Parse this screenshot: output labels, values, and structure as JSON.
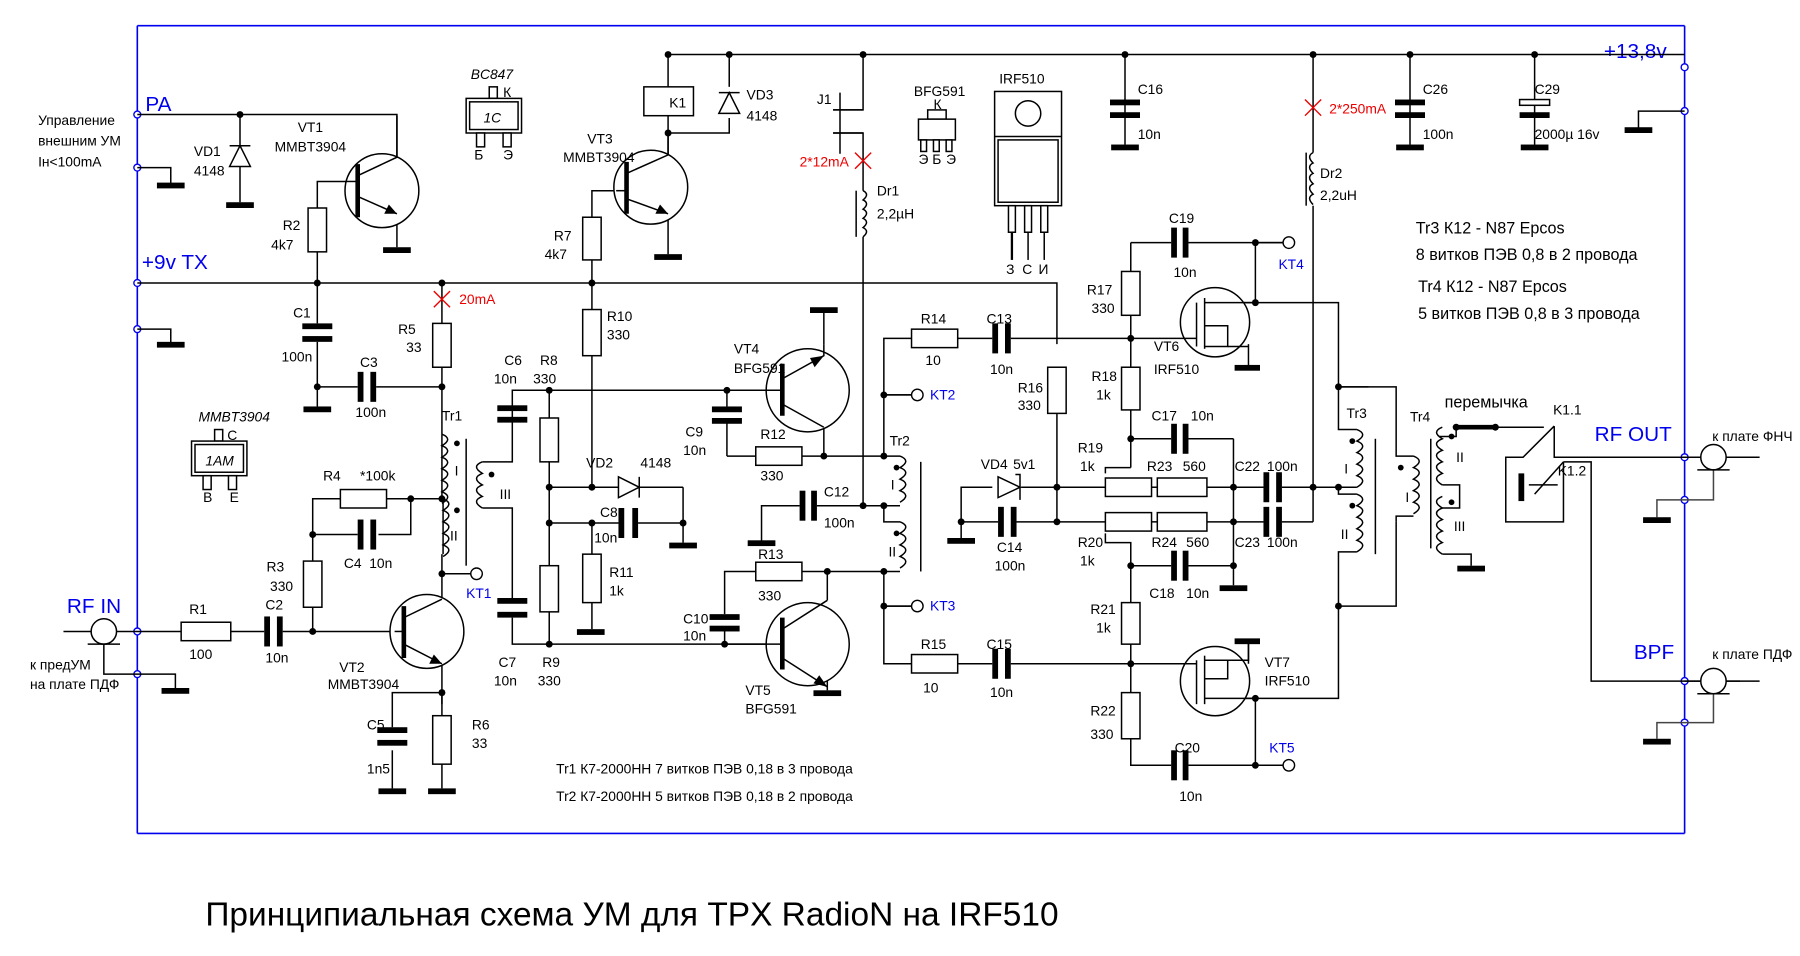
{
  "title": "Принципиальная схема УМ для TPX RadioN на IRF510",
  "ports": {
    "pa": "PA",
    "tx9v": "+9v TX",
    "v138": "+13,8v",
    "rf_in": "RF IN",
    "rf_out": "RF OUT",
    "bpf": "BPF"
  },
  "external_notes": {
    "control": [
      "Управление",
      "внешним УМ",
      "Iн<100mA"
    ],
    "rf_in_note": [
      "к предУМ",
      "на плате  ПДФ"
    ],
    "rf_out_note": "к  плате ФНЧ",
    "bpf_note": "к плате  ПДФ"
  },
  "currents": {
    "r5": "20mA",
    "dr1": "2*12mA",
    "dr2": "2*250mA"
  },
  "test_points": [
    "KT1",
    "KT2",
    "KT3",
    "KT4",
    "KT5"
  ],
  "packages": {
    "bc847": {
      "name": "BC847",
      "marking": "1C",
      "pins": [
        "К",
        "Б",
        "Э"
      ]
    },
    "mmbt3904": {
      "name": "MMBT3904",
      "marking": "1AM",
      "pins": [
        "C",
        "B",
        "E"
      ]
    },
    "bfg591": {
      "name": "BFG591",
      "pins": [
        "К",
        "Э",
        "Б",
        "Э"
      ]
    },
    "irf510": {
      "name": "IRF510",
      "pins": [
        "З",
        "С",
        "И"
      ]
    }
  },
  "components": {
    "VD1": {
      "ref": "VD1",
      "value": "4148"
    },
    "VT1": {
      "ref": "VT1",
      "value": "MMBT3904"
    },
    "R2": {
      "ref": "R2",
      "value": "4k7"
    },
    "C1": {
      "ref": "C1",
      "value": "100n"
    },
    "C3": {
      "ref": "C3",
      "value": "100n"
    },
    "R5": {
      "ref": "R5",
      "value": "33"
    },
    "R4": {
      "ref": "R4",
      "value": "*100k"
    },
    "C4": {
      "ref": "C4",
      "value": "10n"
    },
    "R3": {
      "ref": "R3",
      "value": "330"
    },
    "R1": {
      "ref": "R1",
      "value": "100"
    },
    "C2": {
      "ref": "C2",
      "value": "10n"
    },
    "VT2": {
      "ref": "VT2",
      "value": "MMBT3904"
    },
    "C5": {
      "ref": "C5",
      "value": "1n5"
    },
    "R6": {
      "ref": "R6",
      "value": "33"
    },
    "Tr1": {
      "ref": "Tr1"
    },
    "K1": {
      "ref": "K1"
    },
    "VD3": {
      "ref": "VD3",
      "value": "4148"
    },
    "VT3": {
      "ref": "VT3",
      "value": "MMBT3904"
    },
    "R7": {
      "ref": "R7",
      "value": "4k7"
    },
    "J1": {
      "ref": "J1"
    },
    "Dr1": {
      "ref": "Dr1",
      "value": "2,2µH"
    },
    "R10": {
      "ref": "R10",
      "value": "330"
    },
    "C6": {
      "ref": "C6",
      "value": "10n"
    },
    "R8": {
      "ref": "R8",
      "value": "330"
    },
    "VD2": {
      "ref": "VD2",
      "value": "4148"
    },
    "C8": {
      "ref": "C8",
      "value": "10n"
    },
    "R11": {
      "ref": "R11",
      "value": "1k"
    },
    "C7": {
      "ref": "C7",
      "value": "10n"
    },
    "R9": {
      "ref": "R9",
      "value": "330"
    },
    "VT4": {
      "ref": "VT4",
      "value": "BFG591"
    },
    "C9": {
      "ref": "C9",
      "value": "10n"
    },
    "R12": {
      "ref": "R12",
      "value": "330"
    },
    "C12": {
      "ref": "C12",
      "value": "100n"
    },
    "R13": {
      "ref": "R13",
      "value": "330"
    },
    "C10": {
      "ref": "C10",
      "value": "10n"
    },
    "VT5": {
      "ref": "VT5",
      "value": "BFG591"
    },
    "Tr2": {
      "ref": "Tr2"
    },
    "R14": {
      "ref": "R14",
      "value": "10"
    },
    "C13": {
      "ref": "C13",
      "value": "10n"
    },
    "R15": {
      "ref": "R15",
      "value": "10"
    },
    "C15": {
      "ref": "C15",
      "value": "10n"
    },
    "R16": {
      "ref": "R16",
      "value": "330"
    },
    "VD4": {
      "ref": "VD4",
      "value": "5v1"
    },
    "C14": {
      "ref": "C14",
      "value": "100n"
    },
    "C16": {
      "ref": "C16",
      "value": "10n"
    },
    "R17": {
      "ref": "R17",
      "value": "330"
    },
    "R18": {
      "ref": "R18",
      "value": "1k"
    },
    "C17": {
      "ref": "C17",
      "value": "10n"
    },
    "R19": {
      "ref": "R19",
      "value": "1k"
    },
    "R23": {
      "ref": "R23",
      "value": "560"
    },
    "R20": {
      "ref": "R20",
      "value": "1k"
    },
    "R24": {
      "ref": "R24",
      "value": "560"
    },
    "C18": {
      "ref": "C18",
      "value": "10n"
    },
    "R21": {
      "ref": "R21",
      "value": "1k"
    },
    "R22": {
      "ref": "R22",
      "value": "330"
    },
    "C20": {
      "ref": "C20",
      "value": "10n"
    },
    "C19": {
      "ref": "C19",
      "value": "10n"
    },
    "VT6": {
      "ref": "VT6",
      "value": "IRF510"
    },
    "VT7": {
      "ref": "VT7",
      "value": "IRF510"
    },
    "C22": {
      "ref": "C22",
      "value": "100n"
    },
    "C23": {
      "ref": "C23",
      "value": "100n"
    },
    "Dr2": {
      "ref": "Dr2",
      "value": "2,2uH"
    },
    "C26": {
      "ref": "C26",
      "value": "100n"
    },
    "C29": {
      "ref": "C29",
      "value": "2000µ 16v"
    },
    "Tr3": {
      "ref": "Tr3"
    },
    "Tr4": {
      "ref": "Tr4"
    },
    "K11": {
      "ref": "K1.1"
    },
    "K12": {
      "ref": "K1.2"
    }
  },
  "winding_labels": {
    "I": "I",
    "II": "II",
    "III": "III"
  },
  "jumper": "перемычка",
  "notes": {
    "tr1": "Tr1  К7-2000НН  7 витков ПЭВ 0,18 в 3 провода",
    "tr2": "Tr2  К7-2000НН  5 витков ПЭВ 0,18 в 2 провода",
    "tr3_a": "Tr3  К12 - N87 Epcos",
    "tr3_b": "8 витков ПЭВ 0,8 в 2 провода",
    "tr4_a": "Tr4  К12 - N87 Epcos",
    "tr4_b": "5 витков ПЭВ 0,8 в 3 провода"
  }
}
